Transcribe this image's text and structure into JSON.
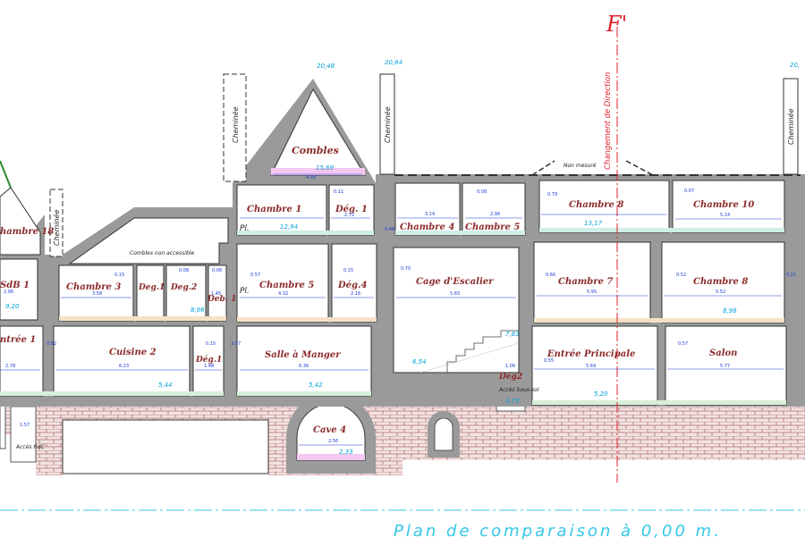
{
  "marker": "F'",
  "direction_label": "Changement de Direction",
  "chimney_label": "Cheminée",
  "combles_non_accessible": "Combles non accessible",
  "non_mesure": "Non mesuré",
  "pl_label": "Pl.",
  "acces_rdc": "Accès RdC",
  "acces_sous_sol": "Accès Sous-sol",
  "plan_label": "Plan   de   comparaison   à   0,00   m.",
  "levels": [
    "20,48",
    "20,64",
    "20,",
    "15,69",
    "12,94",
    "13,17",
    "9,20",
    "8,96",
    "8,98",
    "7,83",
    "6,54",
    "5,44",
    "5,42",
    "5,20",
    "4,75",
    "2,33"
  ],
  "rooms": {
    "combles": "Combles",
    "chambre1": "Chambre 1",
    "deg1_top": "Dég. 1",
    "chambre4": "Chambre 4",
    "chambre5_top": "Chambre 5",
    "chambre8_top": "Chambre 8",
    "chambre10": "Chambre 10",
    "chambre18": "hambre 18",
    "sdb1": "SdB 1",
    "chambre3": "Chambre 3",
    "deg1_mid": "Deg.1",
    "deg2": "Deg.2",
    "deb1": "Deb. 1",
    "chambre5": "Chambre 5",
    "deg4": "Dég.4",
    "cage": "Cage d'Escalier",
    "chambre7": "Chambre 7",
    "chambre8": "Chambre 8",
    "entree1": "ntrée 1",
    "cuisine2": "Cuisine 2",
    "deg1_low": "Dég.1",
    "salle": "Salle à Manger",
    "deg2_low": "Dég2",
    "entree_p": "Entrée Principale",
    "salon": "Salon",
    "cave4": "Cave 4"
  },
  "dims": [
    "4.93",
    "0.11",
    "2.72",
    "0.48",
    "3.14",
    "0.08",
    "2.96",
    "0.79",
    "0.07",
    "5.14",
    "0.15",
    "0.08",
    "0.08",
    "2.96",
    "3.58",
    "1.45",
    "0.57",
    "4.32",
    "0.15",
    "2.16",
    "0.70",
    "5.83",
    "0.60",
    "5.95",
    "0.52",
    "5.52",
    "0.21",
    "0.15",
    "2.78",
    "6.23",
    "1.48",
    "6.36",
    "0.57",
    "1.06",
    "0.55",
    "5.69",
    "5.77",
    "2.56",
    "1.57",
    "0.82",
    "3.07"
  ]
}
